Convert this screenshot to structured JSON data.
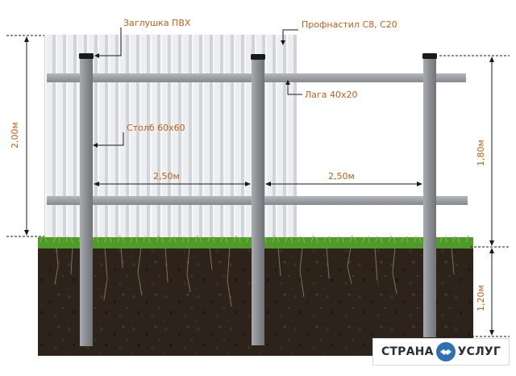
{
  "labels": {
    "cap": "Заглушка ПВХ",
    "sheet": "Профнастил С8, С20",
    "rail": "Лага 40х20",
    "post": "Столб 60х60"
  },
  "dimensions": {
    "span_left": "2,50м",
    "span_right": "2,50м",
    "height_total": "2,00м",
    "height_post_above": "1,80м",
    "depth_below": "1,20м"
  },
  "logo": {
    "left": "СТРАНА",
    "right": "УСЛУГ",
    "icon": "handshake-icon"
  },
  "colors": {
    "label_text": "#c0601a",
    "post": "#8c8f93",
    "rail": "#9a9da1",
    "sheet": "#e6e8ea",
    "grass": "#4f9a2a",
    "soil": "#2c211a",
    "logo_icon": "#2f6fb5"
  }
}
